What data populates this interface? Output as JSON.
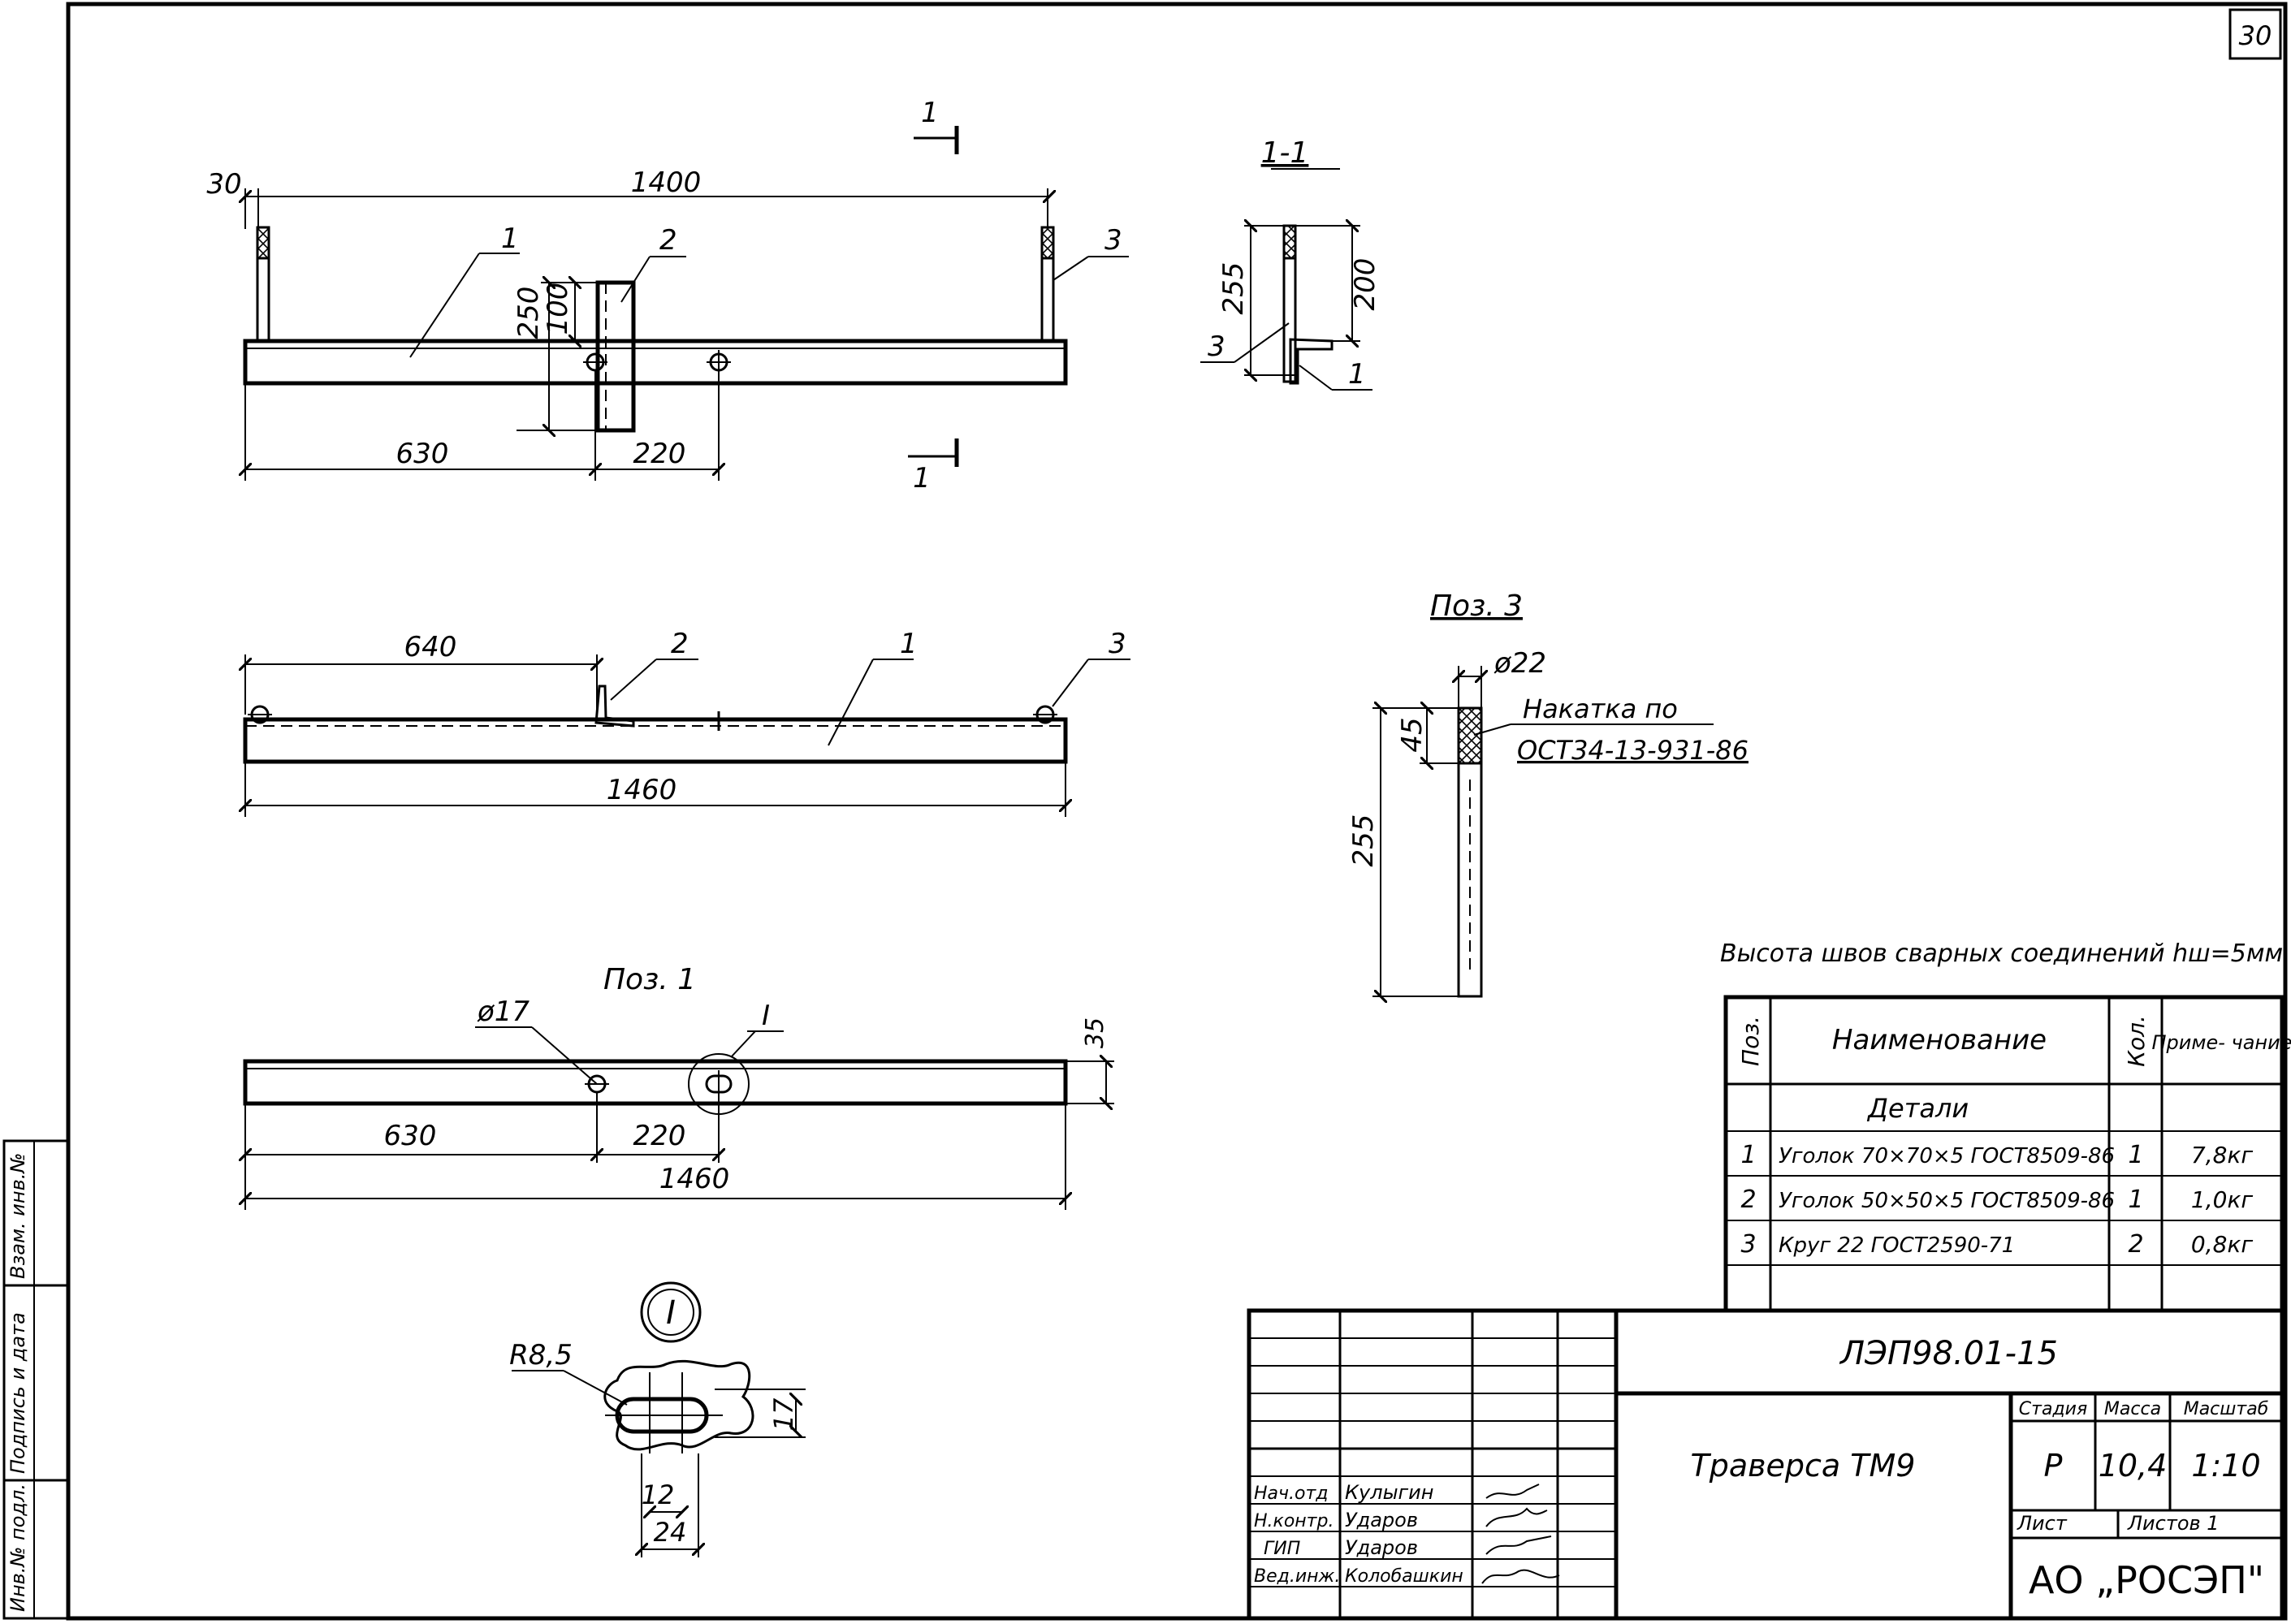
{
  "sheet": {
    "number": "30"
  },
  "front_view": {
    "section_mark": "1",
    "dims": {
      "overall": "1400",
      "offset": "30",
      "pos2_height": "250",
      "pos2_flange": "100",
      "left": "630",
      "between": "220"
    },
    "callouts": [
      "1",
      "2",
      "3"
    ]
  },
  "section_view": {
    "title": "1-1",
    "dims": {
      "total": "255",
      "upper": "200"
    },
    "callouts": [
      "3",
      "1"
    ]
  },
  "top_view": {
    "dims": {
      "left": "640",
      "length": "1460"
    },
    "callouts": [
      "2",
      "1",
      "3"
    ]
  },
  "pos3": {
    "title": "Поз. 3",
    "dia": "ø22",
    "knurl_len": "45",
    "length": "255",
    "note_line1": "Накатка   по",
    "note_line2": "ОСТ34-13-931-86"
  },
  "pos1": {
    "title": "Поз. 1",
    "hole": "ø17",
    "detail_ref": "I",
    "dims": {
      "height": "35",
      "left": "630",
      "between": "220",
      "length": "1460"
    }
  },
  "detail_I": {
    "label": "I",
    "radius": "R8,5",
    "slot_h": "17",
    "slot_inner": "12",
    "slot_w": "24"
  },
  "weld_note": "Высота швов сварных соединений  hш=5мм",
  "spec_table": {
    "headers": {
      "pos": "Поз.",
      "name": "Наименование",
      "qty": "Кол.",
      "note": "Приме- чание"
    },
    "section": "Детали",
    "rows": [
      {
        "pos": "1",
        "name": "Уголок 70×70×5 ГОСТ8509-86",
        "qty": "1",
        "note": "7,8кг"
      },
      {
        "pos": "2",
        "name": "Уголок 50×50×5 ГОСТ8509-86",
        "qty": "1",
        "note": "1,0кг"
      },
      {
        "pos": "3",
        "name": "Круг 22 ГОСТ2590-71",
        "qty": "2",
        "note": "0,8кг"
      }
    ]
  },
  "title_block": {
    "doc_code": "ЛЭП98.01-15",
    "title": "Траверса  ТМ9",
    "stage_label": "Стадия",
    "stage": "Р",
    "mass_label": "Масса",
    "mass": "10,4",
    "scale_label": "Масштаб",
    "scale": "1:10",
    "sheet_label": "Лист",
    "sheets_label": "Листов 1",
    "company": "АО „РОСЭП\"",
    "staff": [
      {
        "role": "Нач.отд",
        "name": "Кулыгин"
      },
      {
        "role": "Н.контр.",
        "name": "Ударов"
      },
      {
        "role": "ГИП",
        "name": "Ударов"
      },
      {
        "role": "Вед.инж.",
        "name": "Колобашкин"
      }
    ]
  },
  "side_stamp": {
    "cells": [
      "Инв.№ подл.",
      "Подпись и дата",
      "Взам. инв.№"
    ]
  }
}
